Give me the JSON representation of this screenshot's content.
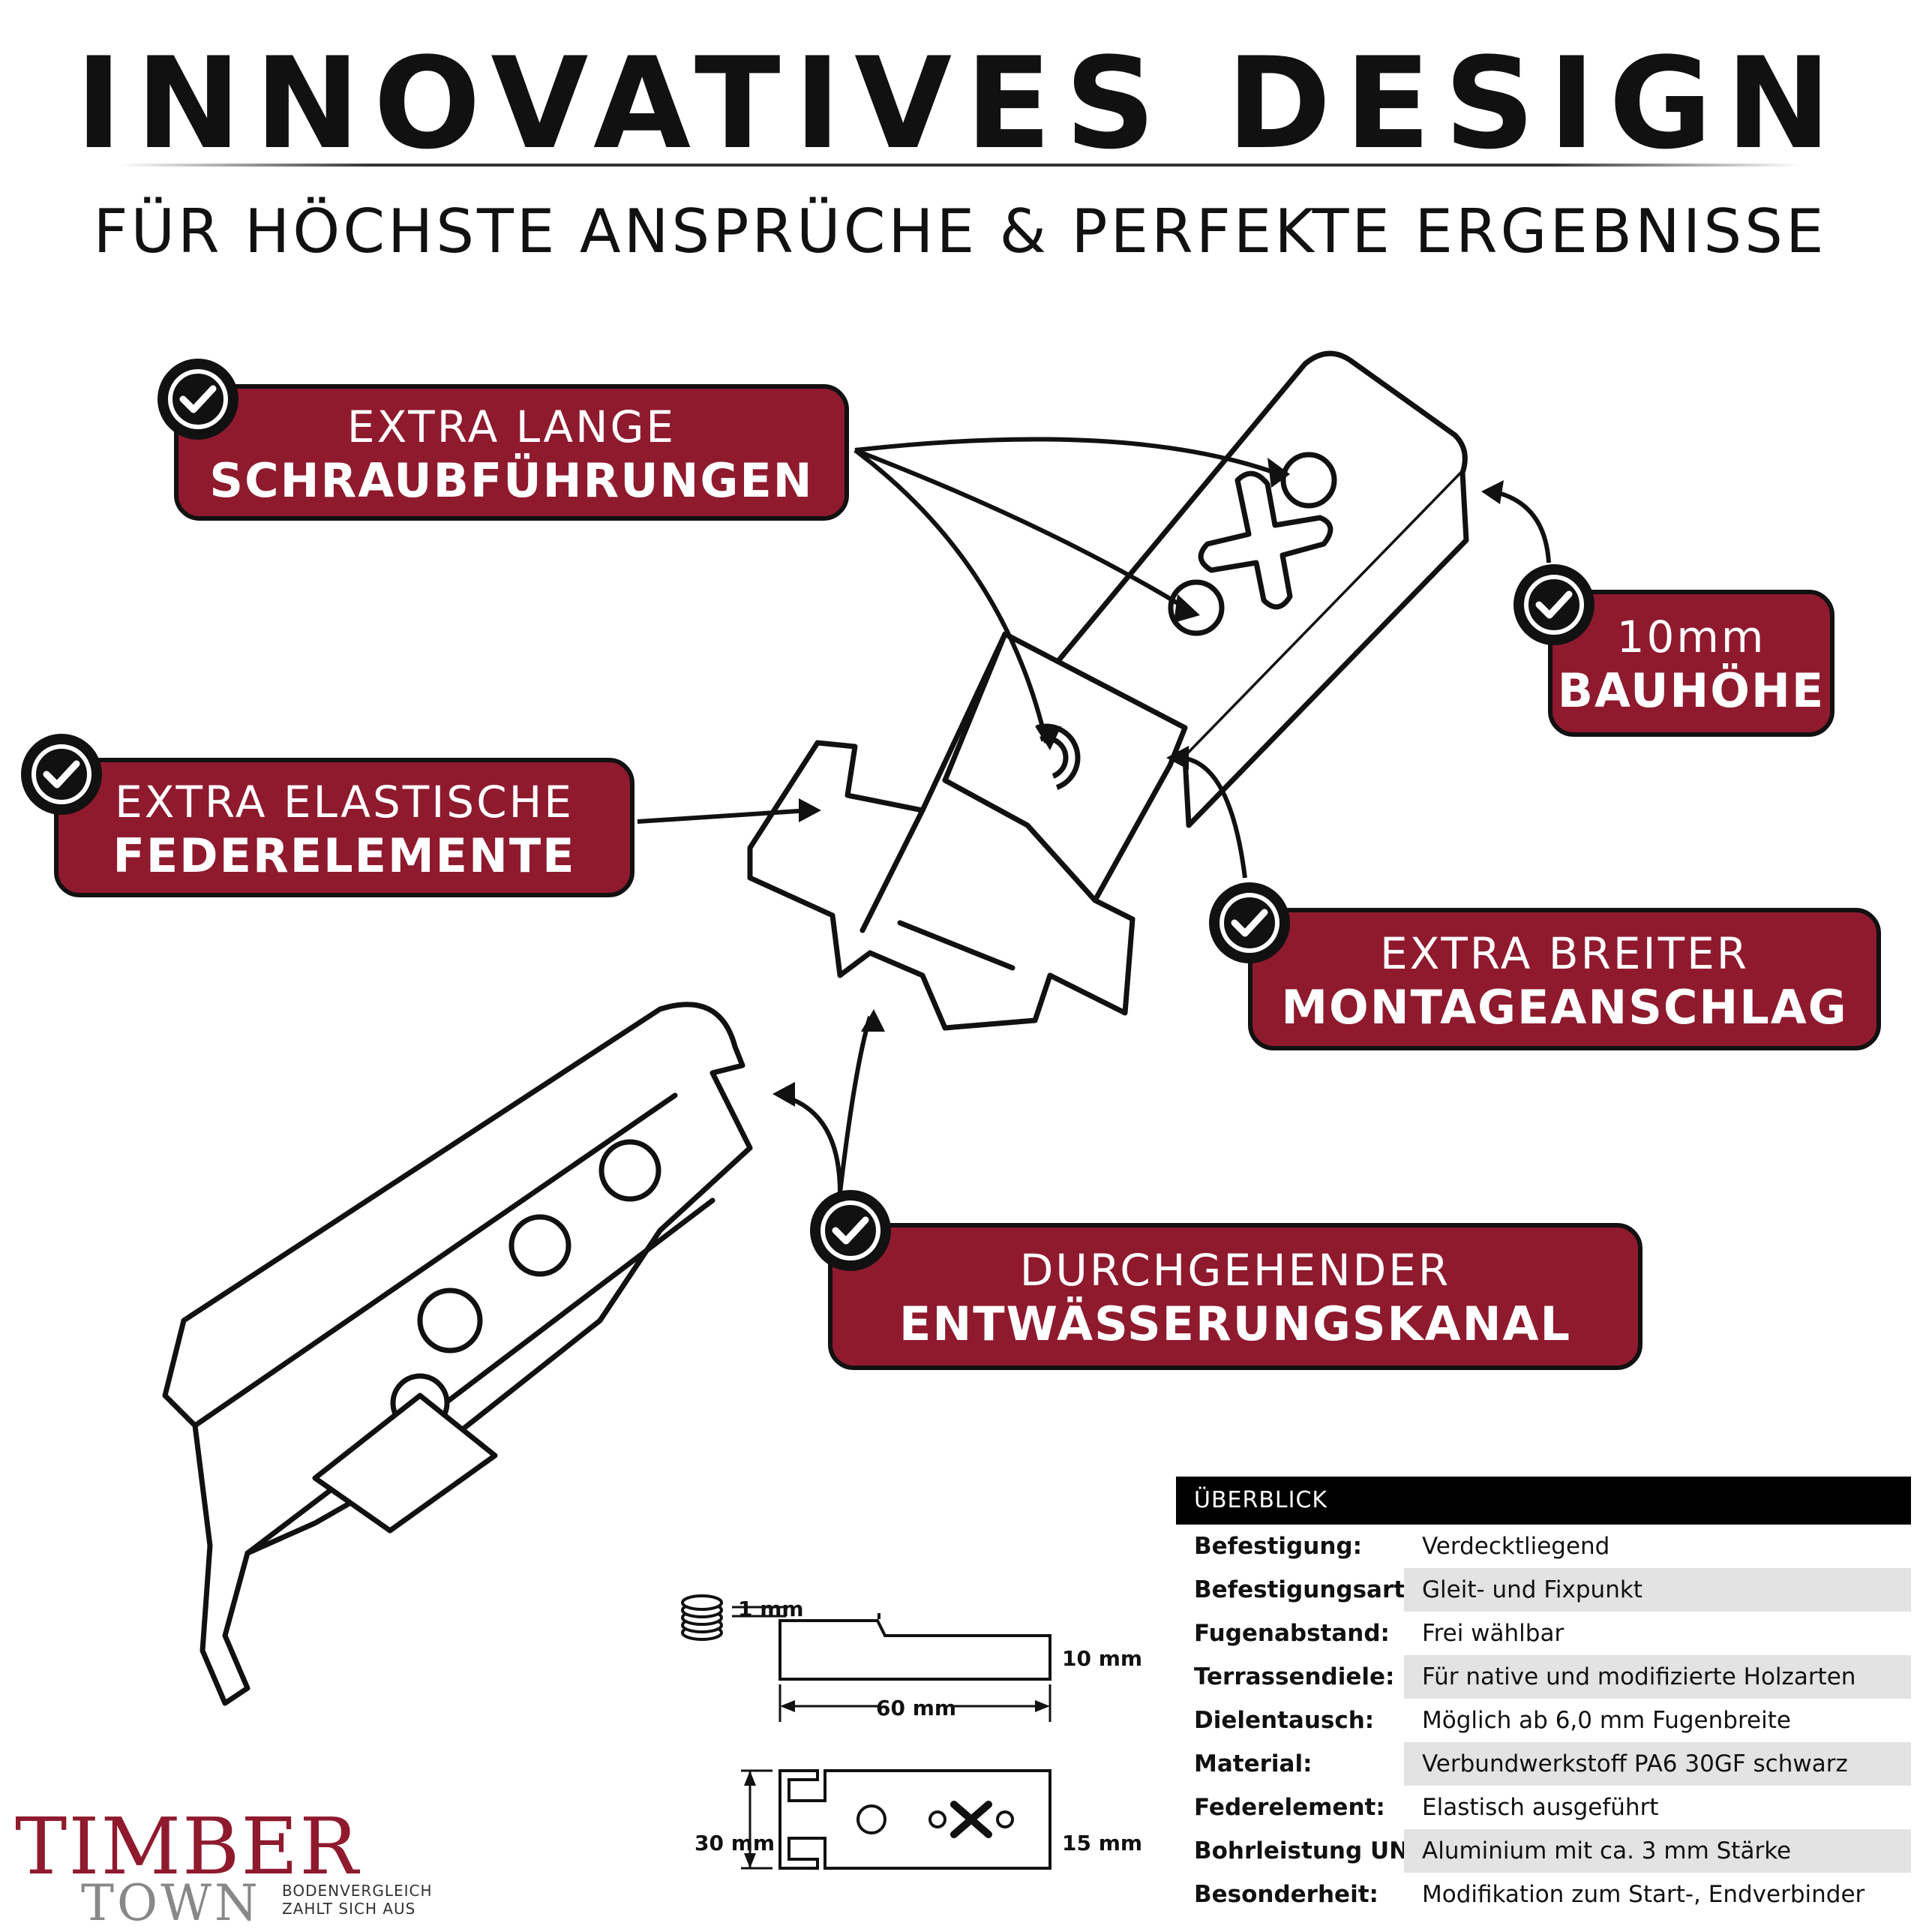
{
  "header": {
    "title": "INNOVATIVES DESIGN",
    "subtitle": "FÜR HÖCHSTE ANSPRÜCHE & PERFEKTE ERGEBNISSE"
  },
  "callouts": [
    {
      "line1": "EXTRA LANGE",
      "line2": "SCHRAUBFÜHRUNGEN"
    },
    {
      "line1": "10mm",
      "line2": "BAUHÖHE"
    },
    {
      "line1": "EXTRA ELASTISCHE",
      "line2": "FEDERELEMENTE"
    },
    {
      "line1": "EXTRA BREITER",
      "line2": "MONTAGEANSCHLAG"
    },
    {
      "line1": "DURCHGEHENDER",
      "line2": "ENTWÄSSERUNGSKANAL"
    }
  ],
  "overview": {
    "heading": "ÜBERBLICK",
    "rows": [
      {
        "key": "Befestigung:",
        "value": "Verdecktliegend"
      },
      {
        "key": "Befestigungsart:",
        "value": "Gleit- und Fixpunkt"
      },
      {
        "key": "Fugenabstand:",
        "value": "Frei wählbar"
      },
      {
        "key": "Terrassendiele:",
        "value": "Für native und modifizierte Holzarten"
      },
      {
        "key": "Dielentausch:",
        "value": "Möglich ab 6,0 mm Fugenbreite"
      },
      {
        "key": "Material:",
        "value": "Verbundwerkstoff PA6 30GF schwarz"
      },
      {
        "key": "Federelement:",
        "value": "Elastisch ausgeführt"
      },
      {
        "key": "Bohrleistung UNIA:",
        "value": "Aluminium mit ca. 3 mm Stärke"
      },
      {
        "key": "Besonderheit:",
        "value": "Modifikation zum Start-, Endverbinder"
      }
    ]
  },
  "dimensions": {
    "spacer": "1 mm",
    "height": "10 mm",
    "length": "60 mm",
    "width": "30 mm",
    "base": "15 mm"
  },
  "logo": {
    "brand_top": "TIMBER",
    "brand_bottom": "TOWN",
    "tagline_1": "BODENVERGLEICH",
    "tagline_2": "ZAHLT SICH AUS"
  },
  "colors": {
    "accent": "#8f1a2e",
    "outline": "#111111",
    "table_alt": "#e3e3e3"
  }
}
